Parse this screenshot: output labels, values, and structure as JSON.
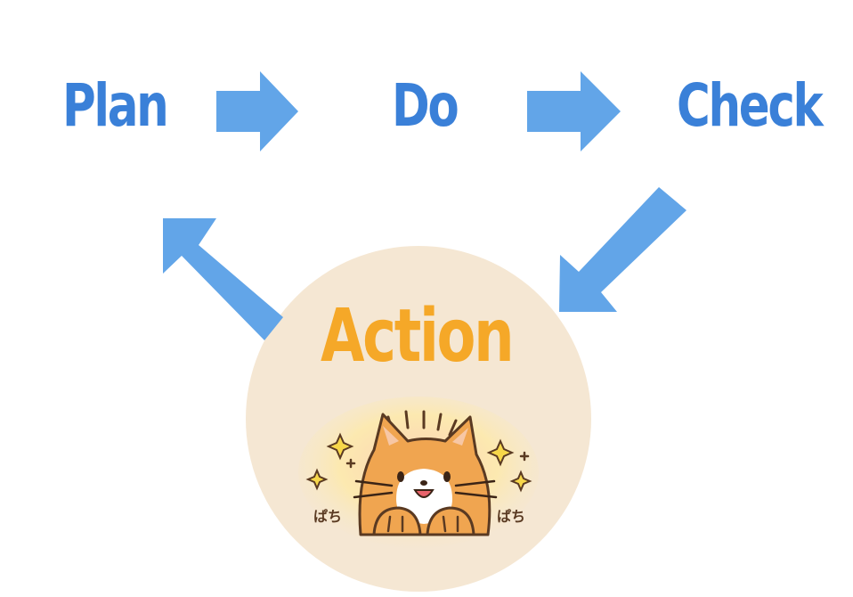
{
  "colors": {
    "stage": "#3a80d8",
    "arrow": "#62a5e8",
    "action": "#f5a828",
    "circle": "#f5e7d3"
  },
  "stages": {
    "plan": "Plan",
    "do": "Do",
    "check": "Check",
    "action": "Action"
  },
  "stickers": {
    "left": "ぱち",
    "right": "ぱち"
  }
}
